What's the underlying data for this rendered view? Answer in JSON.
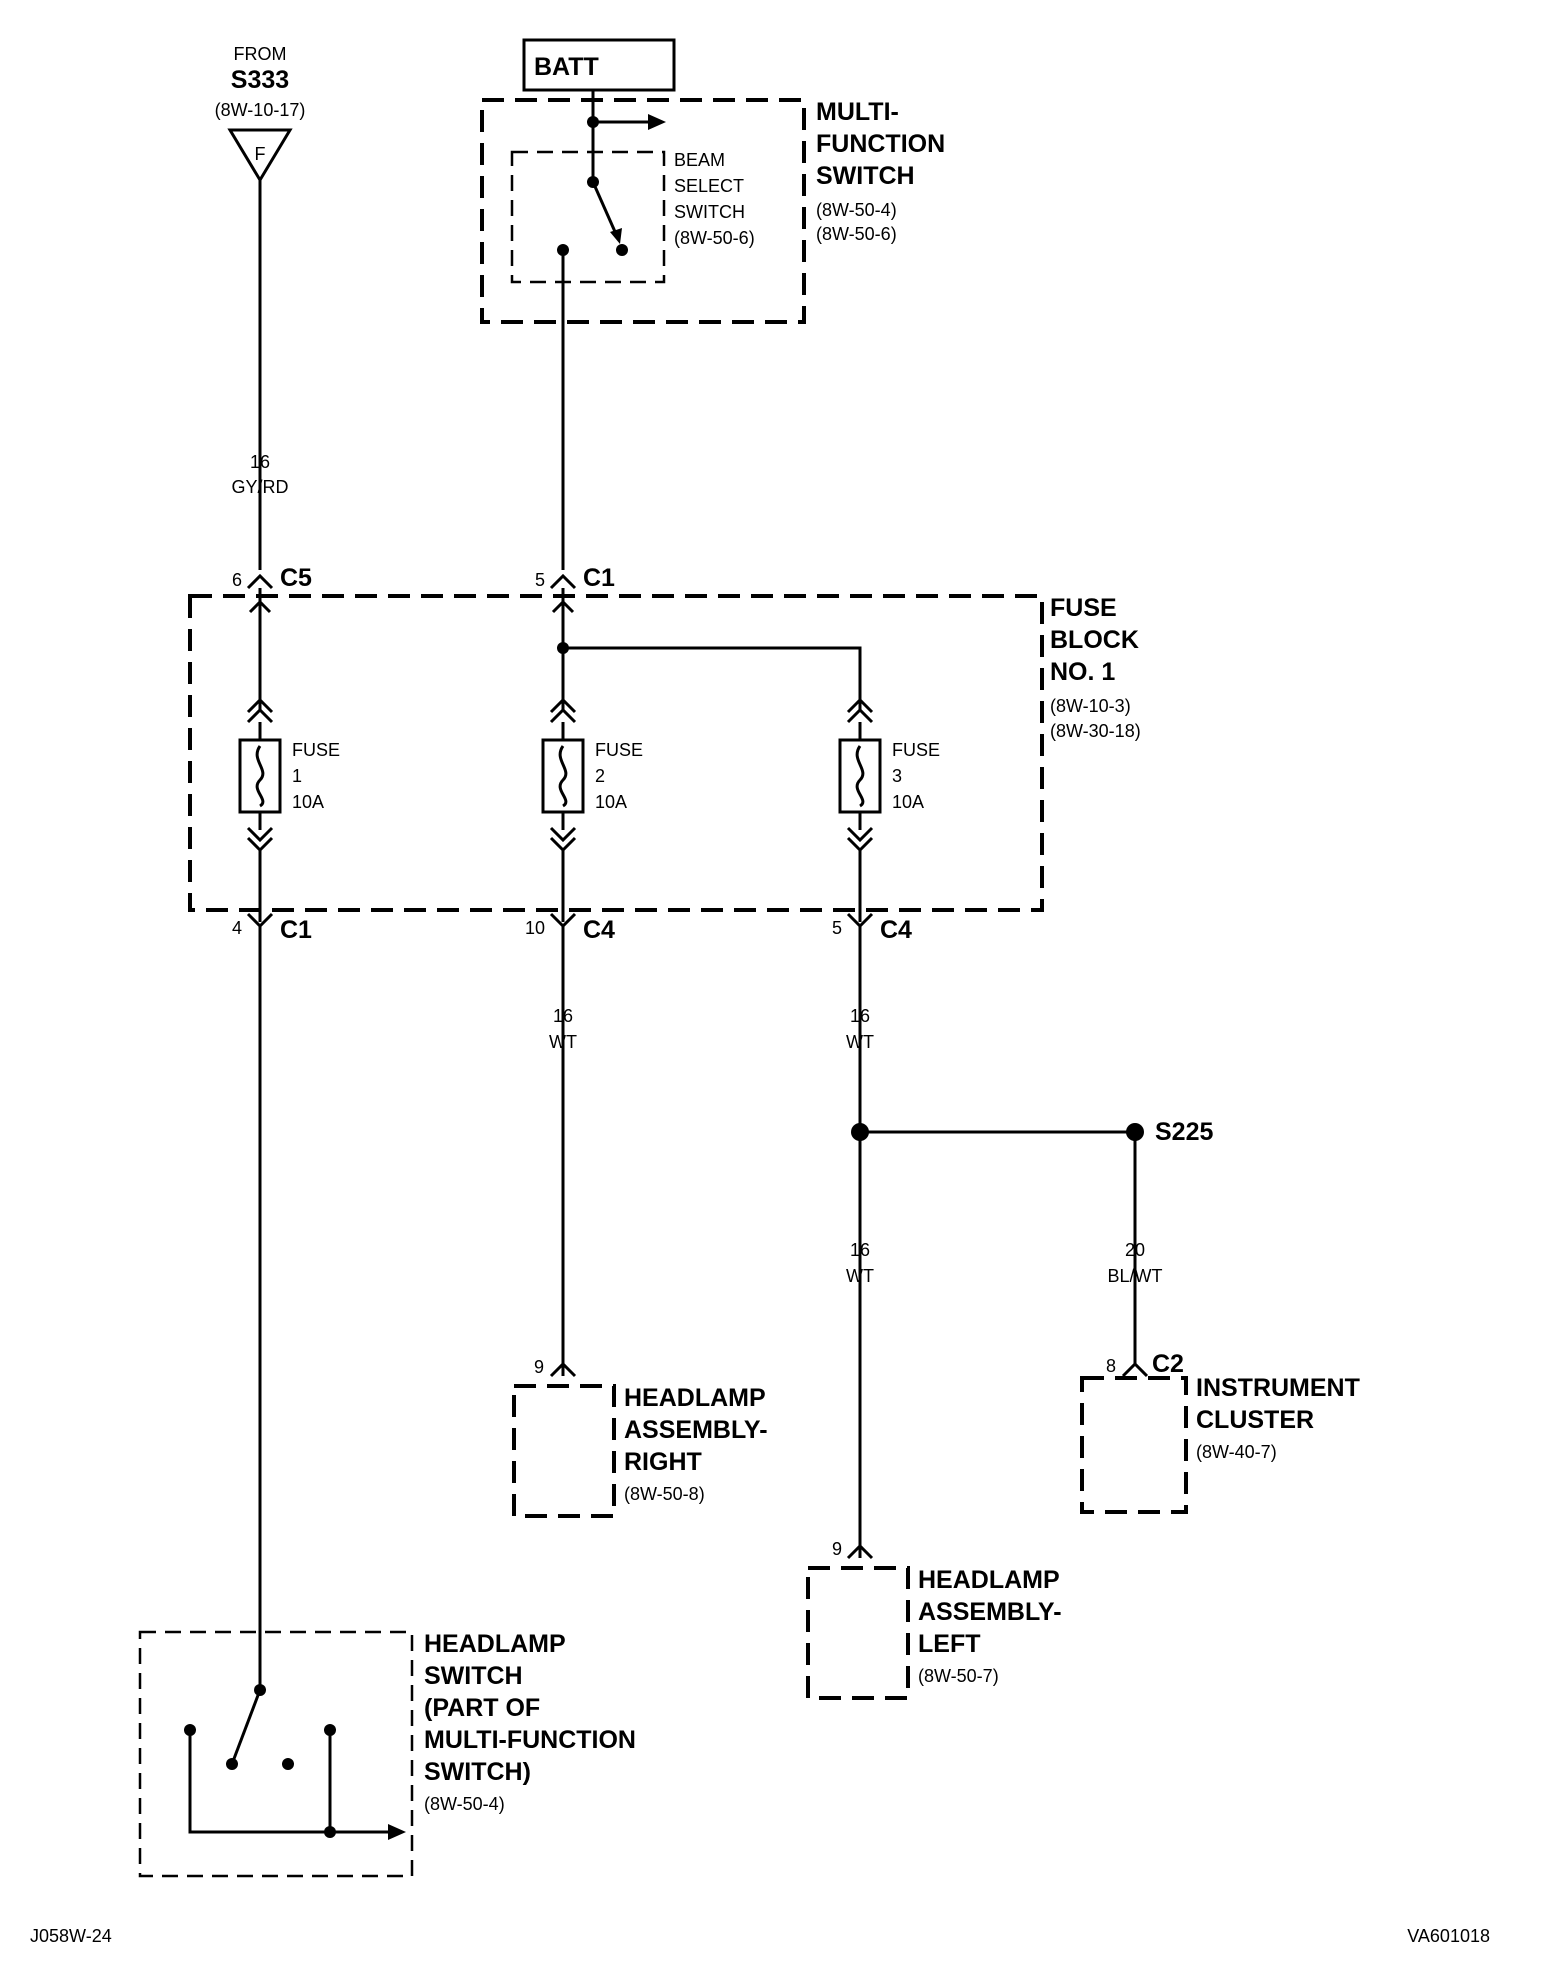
{
  "batt": "BATT",
  "from": {
    "label": "FROM",
    "splice": "S333",
    "ref": "(8W-10-17)",
    "marker": "F"
  },
  "wire_s333": {
    "gauge": "16",
    "color": "GY/RD"
  },
  "mfs": {
    "line1": "MULTI-",
    "line2": "FUNCTION",
    "line3": "SWITCH",
    "ref1": "(8W-50-4)",
    "ref2": "(8W-50-6)"
  },
  "beam": {
    "line1": "BEAM",
    "line2": "SELECT",
    "line3": "SWITCH",
    "ref": "(8W-50-6)"
  },
  "conn_in": [
    {
      "pin": "6",
      "name": "C5"
    },
    {
      "pin": "5",
      "name": "C1"
    }
  ],
  "fuse_block": {
    "line1": "FUSE",
    "line2": "BLOCK",
    "line3": "NO. 1",
    "ref1": "(8W-10-3)",
    "ref2": "(8W-30-18)"
  },
  "fuses": [
    {
      "label": "FUSE",
      "number": "1",
      "rating": "10A"
    },
    {
      "label": "FUSE",
      "number": "2",
      "rating": "10A"
    },
    {
      "label": "FUSE",
      "number": "3",
      "rating": "10A"
    }
  ],
  "conn_out": [
    {
      "pin": "4",
      "name": "C1"
    },
    {
      "pin": "10",
      "name": "C4"
    },
    {
      "pin": "5",
      "name": "C4"
    }
  ],
  "wire_fuse2": {
    "gauge": "16",
    "color": "WT"
  },
  "wire_fuse3": {
    "gauge": "16",
    "color": "WT"
  },
  "splice_s225": "S225",
  "wire_left": {
    "gauge": "16",
    "color": "WT"
  },
  "wire_cluster": {
    "gauge": "20",
    "color": "BL/WT"
  },
  "hl_right": {
    "pin": "9",
    "line1": "HEADLAMP",
    "line2": "ASSEMBLY-",
    "line3": "RIGHT",
    "ref": "(8W-50-8)"
  },
  "hl_left": {
    "pin": "9",
    "line1": "HEADLAMP",
    "line2": "ASSEMBLY-",
    "line3": "LEFT",
    "ref": "(8W-50-7)"
  },
  "cluster": {
    "pin": "8",
    "conn": "C2",
    "line1": "INSTRUMENT",
    "line2": "CLUSTER",
    "ref": "(8W-40-7)"
  },
  "hl_switch": {
    "line1": "HEADLAMP",
    "line2": "SWITCH",
    "line3": "(PART OF",
    "line4": "MULTI-FUNCTION",
    "line5": "SWITCH)",
    "ref": "(8W-50-4)"
  },
  "footer": {
    "left": "J058W-24",
    "right": "VA601018"
  }
}
